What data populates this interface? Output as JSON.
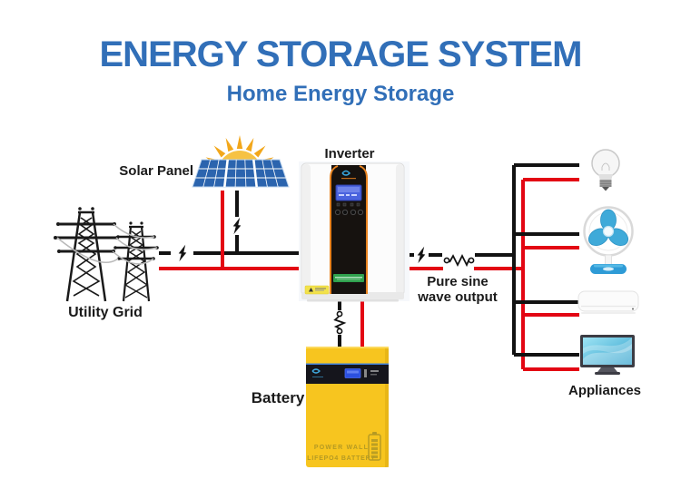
{
  "header": {
    "title": "ENERGY STORAGE SYSTEM",
    "subtitle": "Home Energy Storage"
  },
  "labels": {
    "solar_panel": "Solar Panel",
    "inverter": "Inverter",
    "utility_grid": "Utility Grid",
    "battery": "Battery",
    "pure_sine_output": "Pure sine\nwave output",
    "appliances": "Appliances"
  },
  "battery_device": {
    "line1": "POWER WALL",
    "line2": "LIFEPO4 BATTERY"
  },
  "icons": {
    "sun-icon": "radiating sun",
    "solar-panel-icon": "3-section blue PV panel",
    "utility-grid-icon": "two lattice transmission towers",
    "lightning-bolt-icon": "power flow bolt",
    "sine-wave-icon": "pure sine wave symbol",
    "inverter-image": "white hybrid solar inverter",
    "battery-image": "yellow powerwall battery",
    "light-bulb-icon": "incandescent bulb",
    "fan-icon": "blue desk fan",
    "air-conditioner-icon": "wall AC unit",
    "tv-icon": "flat screen TV"
  },
  "colors": {
    "title_blue": "#316FB8",
    "label_ink": "#1A1A1A",
    "wire_black": "#121212",
    "wire_red": "#E30613",
    "wire_gray": "#B9B9B9",
    "tower_ink": "#1A1A1A",
    "panel_blue": "#2B64AE",
    "sun_yellow": "#F6C243",
    "ray_orange": "#F2A71B",
    "battery_yellow": "#F7C51F",
    "fan_blue": "#3FAAD9",
    "fan_base_blue": "#2E9BD6"
  }
}
